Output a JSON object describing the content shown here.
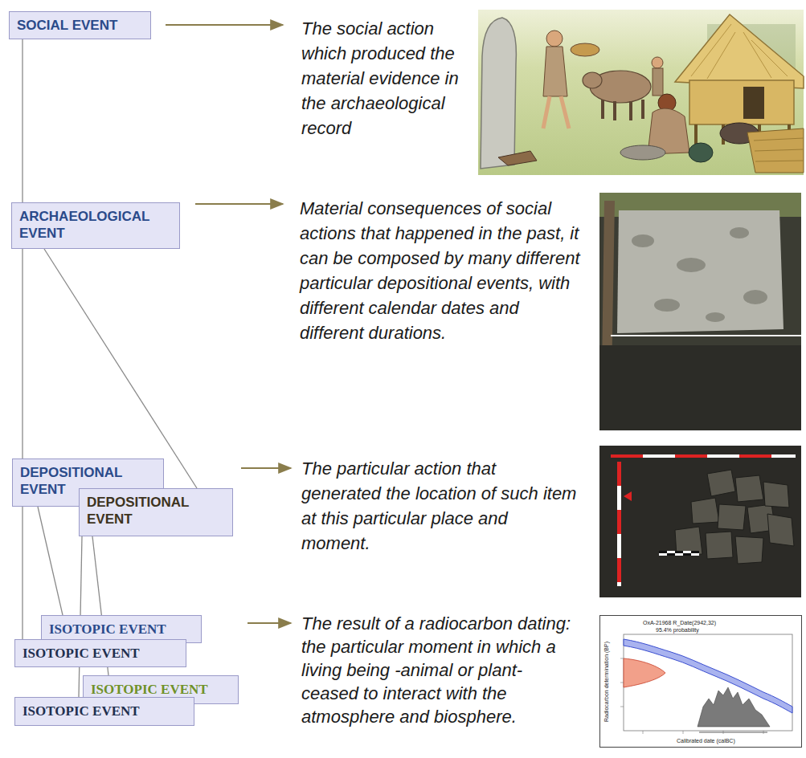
{
  "diagram": {
    "nodes": [
      {
        "text": [
          "SOCIAL EVENT"
        ]
      },
      {
        "text": [
          "ARCHAEOLOGICAL EVENT"
        ]
      },
      {
        "text": [
          "DEPOSITIONAL EVENT"
        ]
      },
      {
        "text": [
          "DEPOSITIONAL EVENT"
        ]
      },
      {
        "text": [
          "ISOTOPIC EVENT"
        ]
      },
      {
        "text": [
          "ISOTOPIC EVENT"
        ]
      },
      {
        "text": [
          "ISOTOPIC EVENT"
        ]
      },
      {
        "text": [
          "ISOTOPIC EVENT"
        ]
      }
    ],
    "edges": [
      {
        "from": 0,
        "to": 1,
        "arrow": "none"
      },
      {
        "from": 1,
        "to": 2,
        "arrow": "none"
      },
      {
        "from": 1,
        "to": 3,
        "arrow": "none"
      },
      {
        "from": 2,
        "to": 4,
        "arrow": "none"
      },
      {
        "from": 2,
        "to": 5,
        "arrow": "none"
      },
      {
        "from": 3,
        "to": 6,
        "arrow": "none"
      },
      {
        "from": 3,
        "to": 7,
        "arrow": "none"
      }
    ],
    "labels": [
      "The social action which produced the material evidence in the archaeological record",
      "Material consequences of social actions that happened in the past, it can be composed by many different particular depositional events, with different calendar dates and different durations.",
      "The particular action that generated the location of such item at this particular place and moment.",
      "The result of a radiocarbon dating: the particular moment in which a living being -animal or plant- ceased to interact with the atmosphere and biosphere.",
      "OxA-21968 R_Date(2942,32)",
      "95.4% probability",
      "Radiocarbon determination (BP)",
      "Calibrated date (calBC)"
    ]
  }
}
